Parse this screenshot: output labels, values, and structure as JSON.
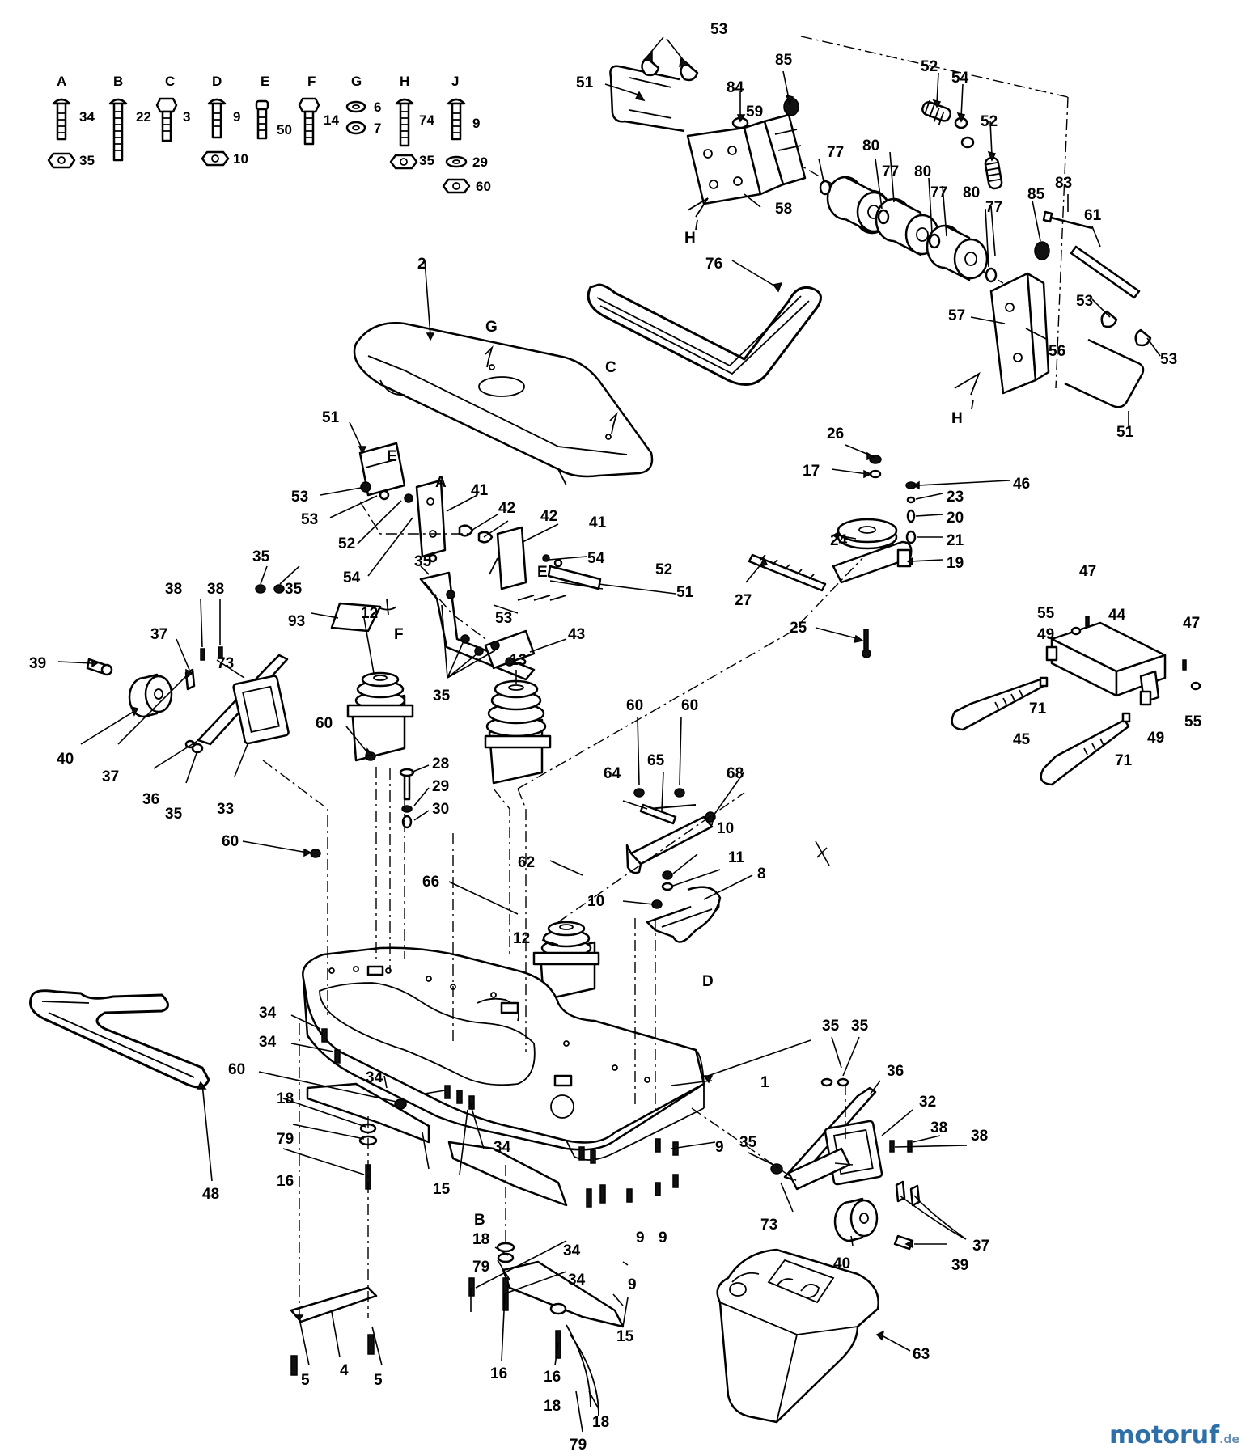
{
  "key_hardware": [
    {
      "letter": "A",
      "parts": [
        "34",
        "35"
      ]
    },
    {
      "letter": "B",
      "parts": [
        "22"
      ]
    },
    {
      "letter": "C",
      "parts": [
        "3"
      ]
    },
    {
      "letter": "D",
      "parts": [
        "9",
        "10"
      ]
    },
    {
      "letter": "E",
      "parts": [
        "50"
      ]
    },
    {
      "letter": "F",
      "parts": [
        "14"
      ]
    },
    {
      "letter": "G",
      "parts": [
        "6",
        "7"
      ]
    },
    {
      "letter": "H",
      "parts": [
        "74",
        "35"
      ]
    },
    {
      "letter": "J",
      "parts": [
        "9",
        "29",
        "60"
      ]
    }
  ],
  "callouts": [
    "53",
    "51",
    "84",
    "59",
    "85",
    "52",
    "54",
    "52",
    "58",
    "77",
    "80",
    "77",
    "80",
    "77",
    "80",
    "77",
    "85",
    "83",
    "61",
    "53",
    "57",
    "56",
    "53",
    "51",
    "76",
    "2",
    "51",
    "26",
    "17",
    "46",
    "23",
    "20",
    "21",
    "24",
    "19",
    "27",
    "25",
    "53",
    "53",
    "52",
    "54",
    "41",
    "42",
    "42",
    "41",
    "54",
    "52",
    "51",
    "53",
    "43",
    "35",
    "35",
    "35",
    "35",
    "38",
    "38",
    "37",
    "39",
    "73",
    "93",
    "12",
    "40",
    "37",
    "36",
    "35",
    "33",
    "60",
    "13",
    "60",
    "60",
    "28",
    "29",
    "30",
    "64",
    "65",
    "68",
    "10",
    "11",
    "8",
    "62",
    "10",
    "66",
    "12",
    "47",
    "55",
    "44",
    "49",
    "47",
    "71",
    "45",
    "71",
    "49",
    "55",
    "60",
    "34",
    "34",
    "60",
    "34",
    "18",
    "79",
    "16",
    "15",
    "34",
    "34",
    "34",
    "1",
    "9",
    "9",
    "9",
    "35",
    "35",
    "36",
    "32",
    "38",
    "38",
    "35",
    "73",
    "37",
    "40",
    "39",
    "48",
    "5",
    "4",
    "5",
    "18",
    "79",
    "16",
    "9",
    "15",
    "16",
    "18",
    "18",
    "79",
    "63"
  ],
  "assembly_letters": [
    "H",
    "H",
    "G",
    "C",
    "E",
    "A",
    "E",
    "F",
    "D",
    "B"
  ],
  "watermark": {
    "brand": "motoruf",
    "tld": ".de"
  },
  "colors": {
    "ink": "#000000",
    "paper": "#ffffff",
    "watermark": "#2f6fa8"
  }
}
